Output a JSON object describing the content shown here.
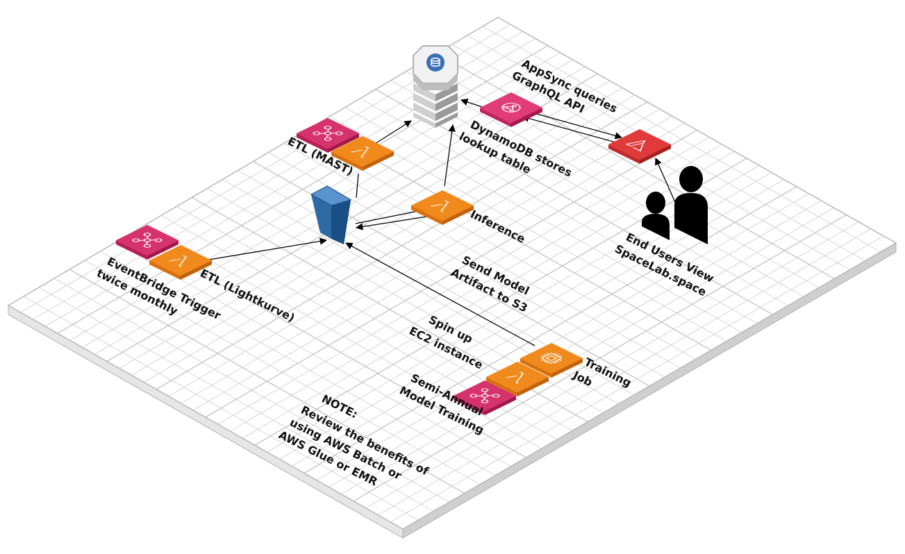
{
  "colors": {
    "pink": "#d6336c",
    "pink_dark": "#b81e55",
    "orange": "#f08a1c",
    "orange_dark": "#d9700c",
    "red": "#e03a3a",
    "red_dark": "#c22a2a",
    "bucket": "#2f6aa5",
    "bucket_light": "#4a86c4",
    "people": "#000000",
    "ddb_grey": "#b9b9b9"
  },
  "labels": {
    "etl_mast": "ETL (MAST)",
    "dynamodb_1": "DynamoDB stores",
    "dynamodb_2": "lookup table",
    "appsync_1": "AppSync queries",
    "appsync_2": "GraphQL API",
    "inference": "Inference",
    "end_users_1": "End Users View",
    "end_users_2": "SpaceLab.space",
    "eventbridge_1": "EventBridge Trigger",
    "eventbridge_2": "twice monthly",
    "etl_lightkurve": "ETL (Lightkurve)",
    "send_model_1": "Send Model",
    "send_model_2": "Artifact to S3",
    "spin_up_1": "Spin up",
    "spin_up_2": "EC2 instance",
    "training_1": "Training",
    "training_2": "Job",
    "semi_annual_1": "Semi-Annual",
    "semi_annual_2": "Model Training",
    "note_1": "NOTE:",
    "note_2": "Review the benefits of",
    "note_3": "using AWS Batch or",
    "note_4": "AWS Glue or EMR"
  },
  "icons": {
    "step_functions": "step-functions-icon",
    "lambda": "lambda-icon",
    "dynamodb": "dynamodb-icon",
    "appsync": "appsync-icon",
    "amplify": "amplify-icon",
    "s3": "s3-bucket-icon",
    "users": "users-icon",
    "ec2": "ec2-chip-icon"
  }
}
